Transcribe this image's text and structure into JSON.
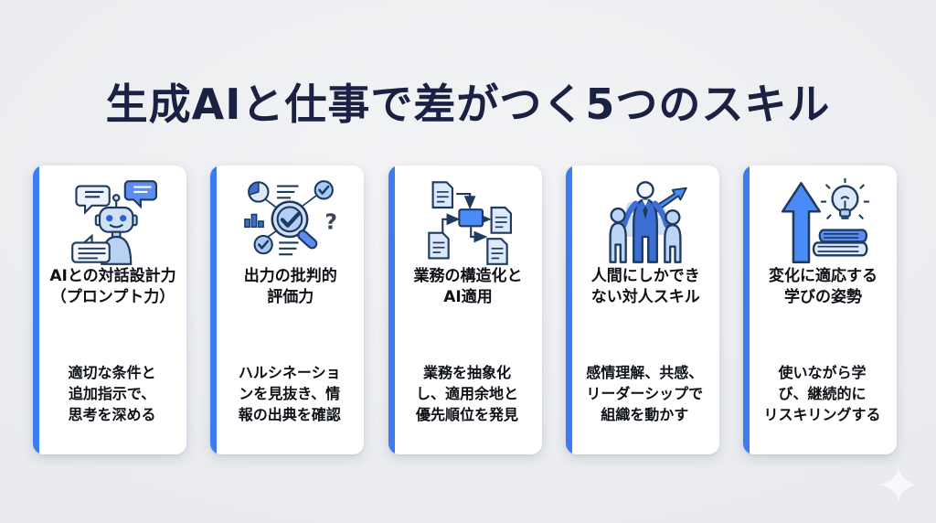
{
  "page": {
    "title": "生成AIと仕事で差がつく5つのスキル",
    "background_color": "#eceef1",
    "title_color": "#1b2142",
    "accent_color": "#3b7df0",
    "card_color": "#ffffff",
    "text_color": "#0d1117",
    "decoration": "sparkle-icon"
  },
  "cards": [
    {
      "icon": "robot-chat-icon",
      "title": "AIとの対話設計力\n（プロンプト力）",
      "description": "適切な条件と\n追加指示で、\n思考を深める"
    },
    {
      "icon": "magnifier-check-icon",
      "title": "出力の批判的\n評価力",
      "description": "ハルシネーショ\nンを見抜き、情\n報の出典を確認"
    },
    {
      "icon": "flowchart-docs-icon",
      "title": "業務の構造化と\nAI適用",
      "description": "業務を抽象化\nし、適用余地と\n優先順位を発見"
    },
    {
      "icon": "team-leader-arrow-icon",
      "title": "人間にしかでき\nない対人スキル",
      "description": "感情理解、共感、\nリーダーシップで\n組織を動かす"
    },
    {
      "icon": "growth-arrow-books-bulb-icon",
      "title": "変化に適応する\n学びの姿勢",
      "description": "使いながら学\nび、継続的に\nリスキリングする"
    }
  ]
}
